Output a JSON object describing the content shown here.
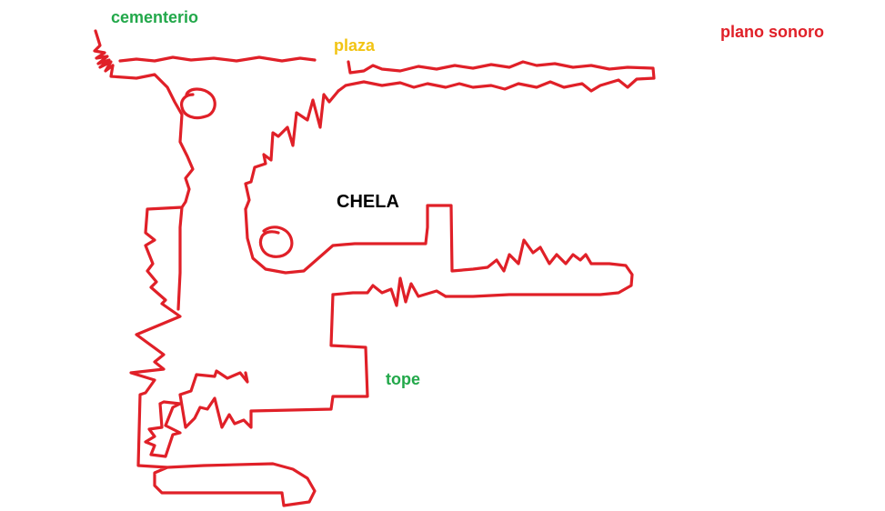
{
  "labels": {
    "cementerio": "cementerio",
    "plaza": "plaza",
    "plano_sonoro": "plano sonoro",
    "chela": "CHELA",
    "tope": "tope"
  },
  "colors": {
    "line": "#e02028",
    "cementerio": "#22a84a",
    "plaza": "#f2c414",
    "plano_sonoro": "#e02028",
    "chela": "#000000",
    "tope": "#22a84a"
  }
}
